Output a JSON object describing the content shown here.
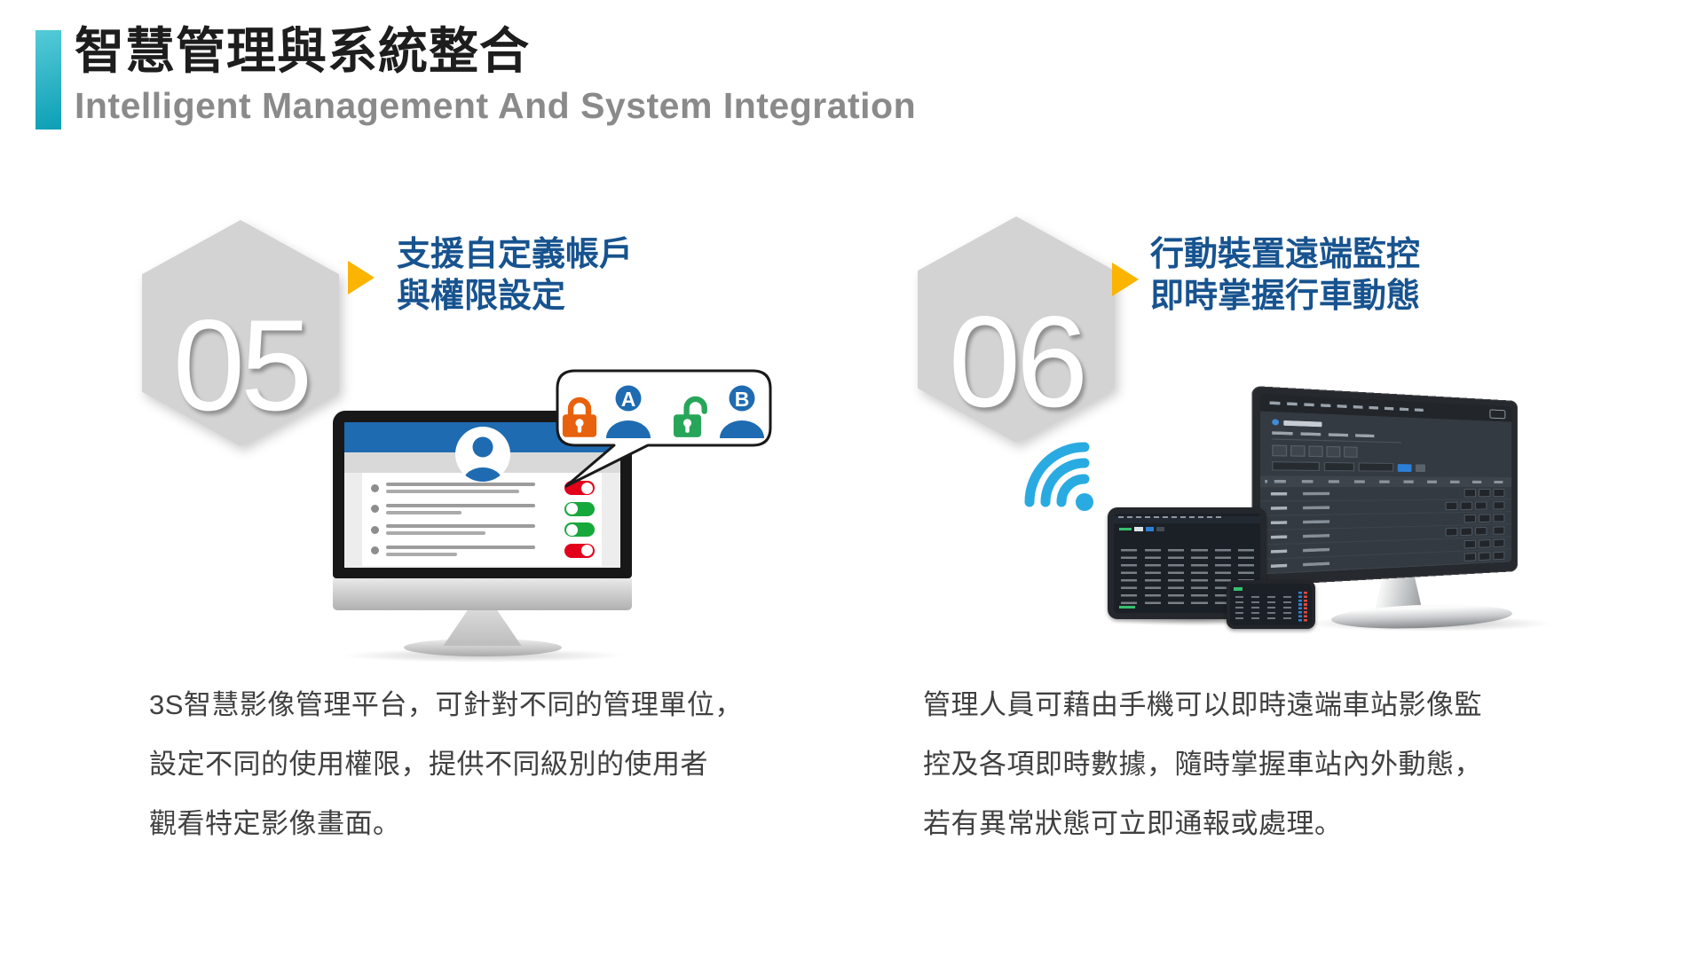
{
  "header": {
    "title": "智慧管理與系統整合",
    "subtitle": "Intelligent Management And System Integration"
  },
  "sections": [
    {
      "number": "05",
      "heading_lines": [
        "支援自定義帳戶",
        "與權限設定"
      ],
      "description_lines": [
        "3S智慧影像管理平台，可針對不同的管理單位，",
        "設定不同的使用權限，提供不同級別的使用者",
        "觀看特定影像畫面。"
      ]
    },
    {
      "number": "06",
      "heading_lines": [
        "行動裝置遠端監控",
        "即時掌握行車動態"
      ],
      "description_lines": [
        "管理人員可藉由手機可以即時遠端車站影像監",
        "控及各項即時數據，隨時掌握車站內外動態，",
        "若有異常狀態可立即通報或處理。"
      ]
    }
  ],
  "callout": {
    "locked_user_label": "A",
    "unlocked_user_label": "B"
  },
  "account_panel": {
    "toggles": [
      "off",
      "on",
      "on",
      "off"
    ]
  },
  "icons": {
    "bullet_arrow": "triangle-right",
    "locked": "padlock-closed-icon",
    "unlocked": "padlock-open-icon",
    "users": "user-silhouette-icon",
    "avatar": "user-avatar-icon",
    "wifi": "wifi-signal-icon"
  },
  "colors": {
    "accent-teal-top": "#55cbd8",
    "accent-teal-bottom": "#0c9fb5",
    "title-black": "#1d1d1d",
    "subtitle-gray": "#8a8a8a",
    "heading-blue": "#17538f",
    "arrow-yellow": "#fbb400",
    "hexagon-gray": "#d3d3d3",
    "body-gray": "#404040",
    "ui-blue": "#1e6bb2",
    "toggle-red": "#e2001a",
    "toggle-green": "#17a83b",
    "lock-orange": "#e8610c",
    "lock-green": "#27a659",
    "wifi-cyan": "#29abe2"
  }
}
